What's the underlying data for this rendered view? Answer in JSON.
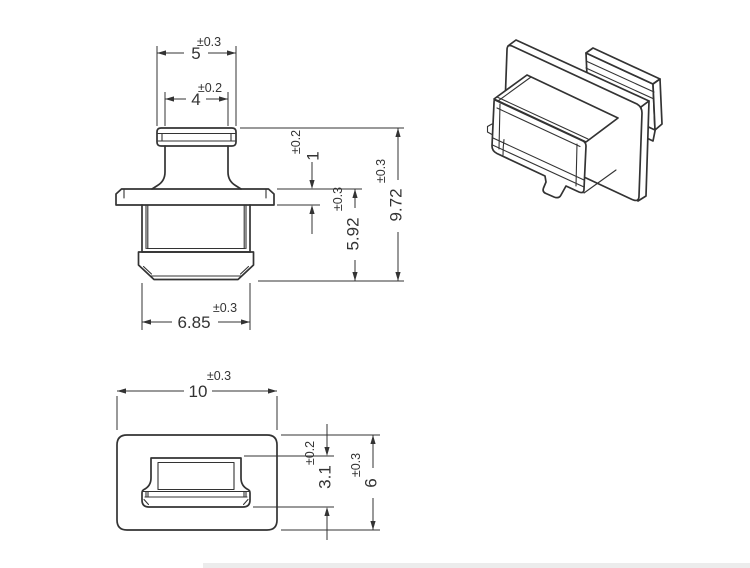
{
  "drawing": {
    "line_color": "#333333",
    "background": "#ffffff"
  },
  "views": {
    "front": {
      "dim_cap_width": {
        "value": "5",
        "tol": "±0.3"
      },
      "dim_neck_width": {
        "value": "4",
        "tol": "±0.2"
      },
      "dim_flange_thickness": {
        "value": "1",
        "tol": "±0.2"
      },
      "dim_insert_length": {
        "value": "5.92",
        "tol": "±0.3"
      },
      "dim_total_length": {
        "value": "9.72",
        "tol": "±0.3"
      },
      "dim_body_width": {
        "value": "6.85",
        "tol": "±0.3"
      }
    },
    "bottom": {
      "dim_flange_width": {
        "value": "10",
        "tol": "±0.3"
      },
      "dim_opening_height": {
        "value": "3.1",
        "tol": "±0.2"
      },
      "dim_flange_height": {
        "value": "6",
        "tol": "±0.3"
      }
    }
  }
}
